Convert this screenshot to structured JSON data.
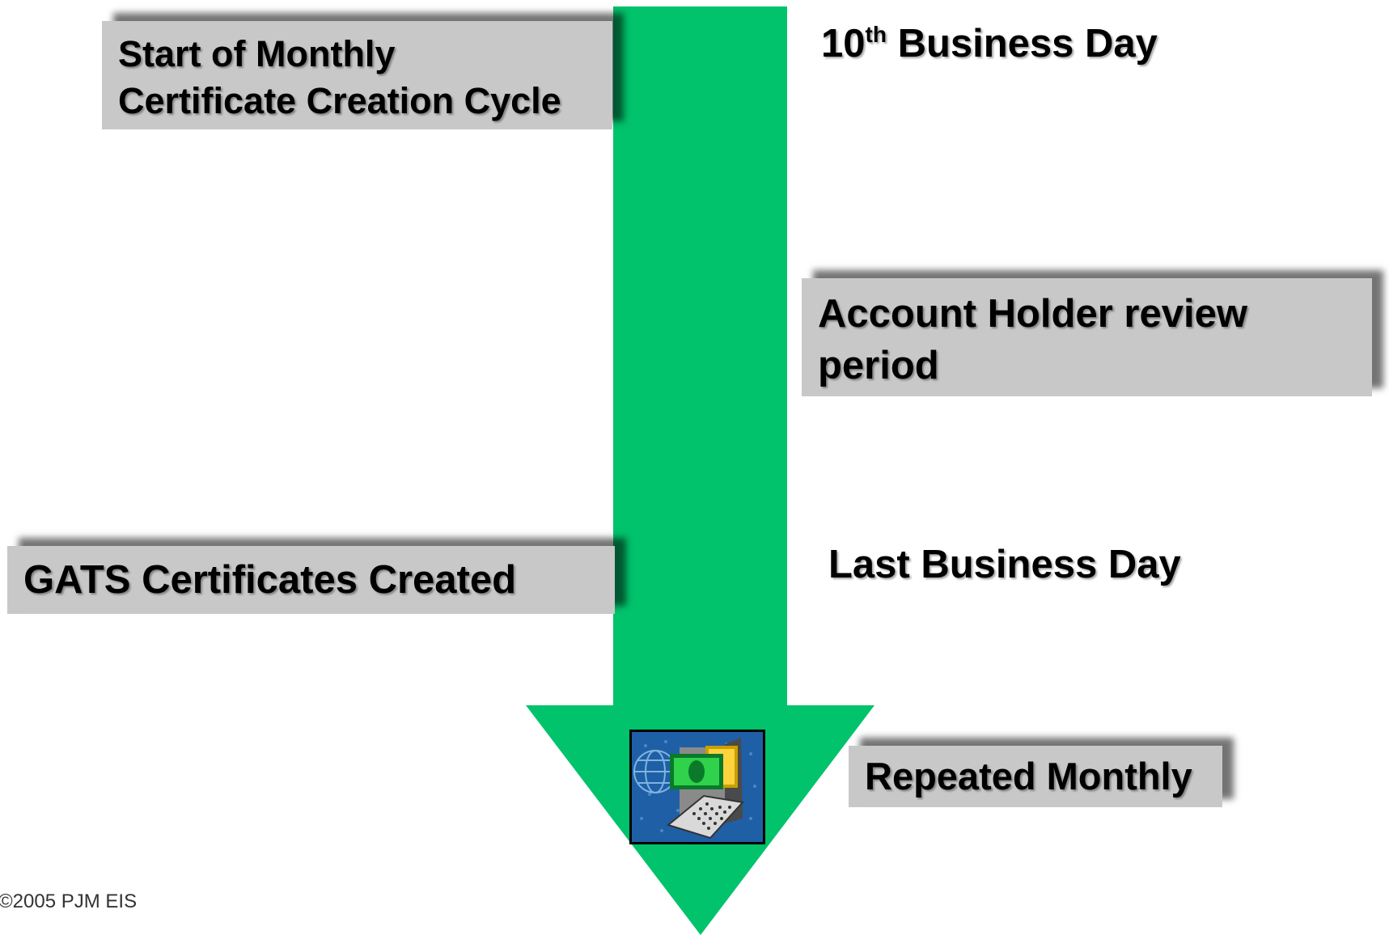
{
  "timeline": {
    "start_box": {
      "line1": "Start of Monthly",
      "line2": "Certificate Creation Cycle"
    },
    "tenth_day_label": {
      "number": "10",
      "superscript": "th",
      "text": " Business Day"
    },
    "review_box": {
      "line1": "Account Holder review",
      "line2": "period"
    },
    "created_box": "GATS Certificates Created",
    "last_day_label": "Last Business Day",
    "repeated_box": "Repeated Monthly",
    "icon": "computer-money-icon"
  },
  "footer": {
    "copyright": "©2005 PJM EIS"
  },
  "colors": {
    "arrow": "#00c36b",
    "box_fill": "#c8c8c8",
    "clipart_bg": "#1f5fa6"
  }
}
